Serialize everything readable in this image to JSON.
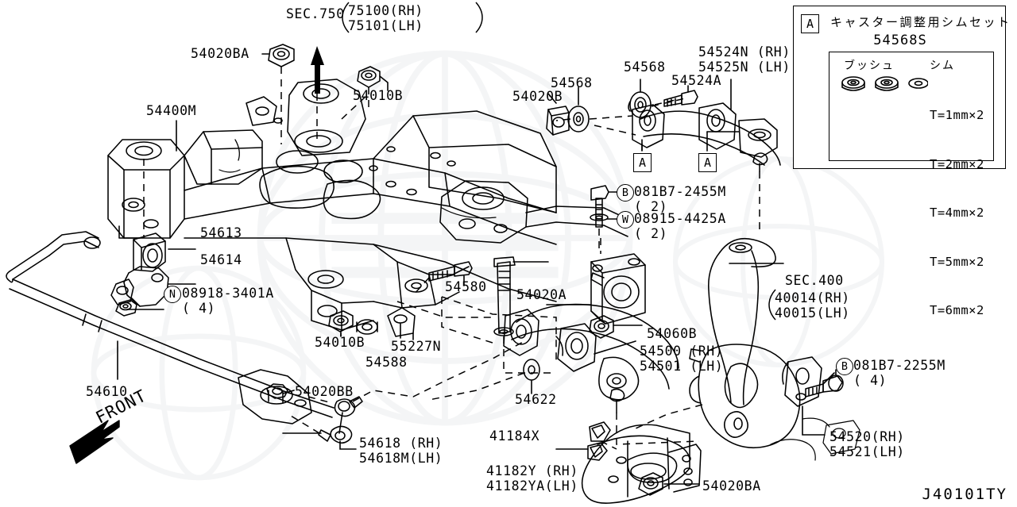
{
  "diagram": {
    "code": "J40101TY",
    "front_arrow_label": "FRONT"
  },
  "legend": {
    "tag": "A",
    "title": "キャスター調整用シムセット",
    "part_number": "54568S",
    "col_bush": "ブッシュ",
    "col_shim": "シム",
    "shims": [
      "T=1mm×2",
      "T=2mm×2",
      "T=4mm×2",
      "T=5mm×2",
      "T=6mm×2"
    ]
  },
  "callouts": {
    "a_tag": "A",
    "b_tag": "B",
    "w_tag": "W",
    "n_tag": "N"
  },
  "labels": {
    "sec750": "SEC.750",
    "sec750_rh": "75100(RH)",
    "sec750_lh": "75101(LH)",
    "sec400": "SEC.400",
    "sec400_rh": "40014(RH)",
    "sec400_lh": "40015(LH)",
    "n54020ba_top": "54020BA",
    "n54010b_top": "54010B",
    "n54400m": "54400M",
    "n54613": "54613",
    "n54614": "54614",
    "n08918": "08918-3401A",
    "n08918_qty": "( 4)",
    "n54010b_mid": "54010B",
    "n55227n": "55227N",
    "n54588": "54588",
    "n54580": "54580",
    "n54020a": "54020A",
    "n54610": "54610",
    "n54020bb": "54020BB",
    "n54618_rh": "54618 (RH)",
    "n54618_lh": "54618M(LH)",
    "n54622": "54622",
    "n41184x": "41184X",
    "n41182y_rh": "41182Y (RH)",
    "n41182y_lh": "41182YA(LH)",
    "n54020ba_bot": "54020BA",
    "n54020b": "54020B",
    "n54568_left": "54568",
    "n54568_top": "54568",
    "n54524a": "54524A",
    "n54524n_rh": "54524N (RH)",
    "n54525n_lh": "54525N (LH)",
    "n081b7_2455m": "081B7-2455M",
    "n081b7_2455m_qty": "( 2)",
    "n08915_4425a": "08915-4425A",
    "n08915_4425a_qty": "( 2)",
    "n081b7_2255m": "081B7-2255M",
    "n081b7_2255m_qty": "( 4)",
    "n54060b": "54060B",
    "n54500_rh": "54500 (RH)",
    "n54501_lh": "54501 (LH)",
    "n54520_rh": "54520(RH)",
    "n54521_lh": "54521(LH)"
  },
  "colors": {
    "ink": "#000000",
    "paper": "#ffffff",
    "watermark": "#9aa0a6"
  }
}
